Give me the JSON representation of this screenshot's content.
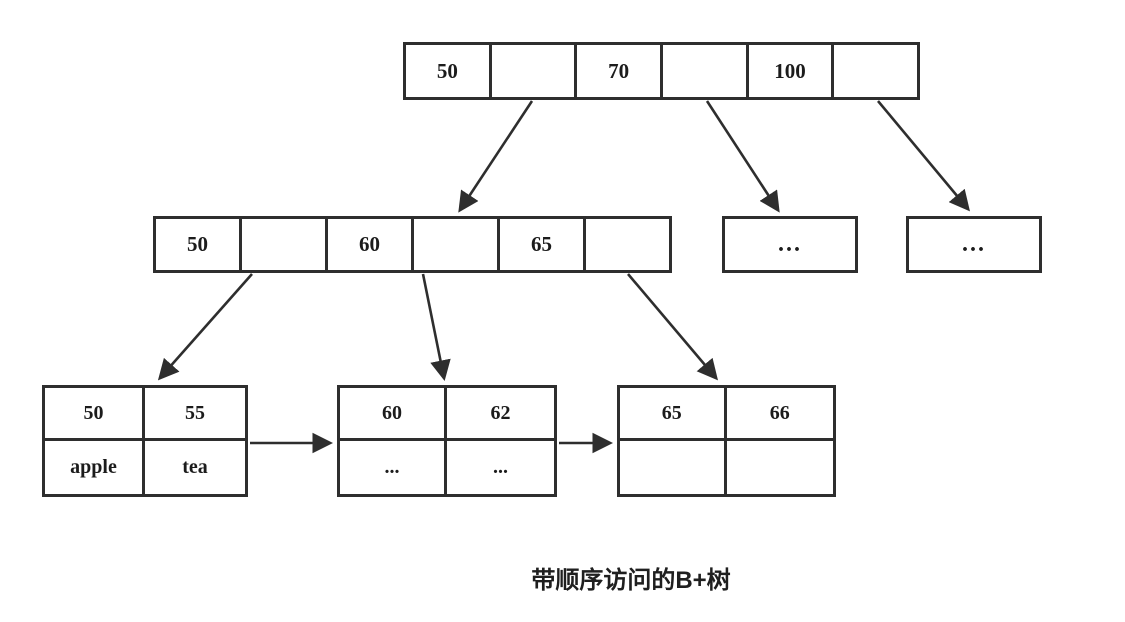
{
  "caption": "带顺序访问的B+树",
  "diagram": {
    "root": {
      "cells": [
        "50",
        "",
        "70",
        "",
        "100",
        ""
      ]
    },
    "internal": {
      "cells": [
        "50",
        "",
        "60",
        "",
        "65",
        ""
      ]
    },
    "overflow": [
      {
        "label": "..."
      },
      {
        "label": "..."
      }
    ],
    "leaves": [
      {
        "keys": [
          "50",
          "55"
        ],
        "values": [
          "apple",
          "tea"
        ]
      },
      {
        "keys": [
          "60",
          "62"
        ],
        "values": [
          "...",
          "..."
        ]
      },
      {
        "keys": [
          "65",
          "66"
        ],
        "values": [
          "",
          ""
        ]
      }
    ],
    "connections": [
      {
        "from": "root-pointer-1",
        "to": "internal-node"
      },
      {
        "from": "root-pointer-2",
        "to": "overflow-node-1"
      },
      {
        "from": "root-pointer-3",
        "to": "overflow-node-2"
      },
      {
        "from": "internal-pointer-1",
        "to": "leaf-node-1"
      },
      {
        "from": "internal-pointer-2",
        "to": "leaf-node-2"
      },
      {
        "from": "internal-pointer-3",
        "to": "leaf-node-3"
      },
      {
        "from": "leaf-node-1",
        "to": "leaf-node-2"
      },
      {
        "from": "leaf-node-2",
        "to": "leaf-node-3"
      }
    ],
    "colors": {
      "line": "#2e2e2e",
      "text": "#1c1c1c",
      "background": "#ffffff"
    }
  }
}
